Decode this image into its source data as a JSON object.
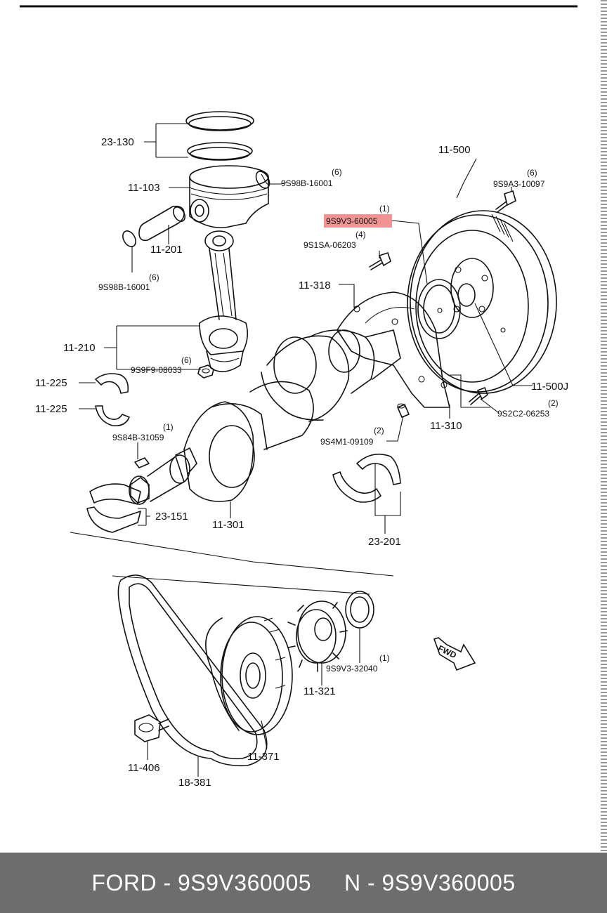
{
  "labels": {
    "l_23_130": "23-130",
    "l_11_103": "11-103",
    "l_9s98b_1_qty": "(6)",
    "l_9s98b_1": "9S98B-16001",
    "l_11_201": "11-201",
    "l_9s98b_2_qty": "(6)",
    "l_9s98b_2": "9S98B-16001",
    "l_11_210": "11-210",
    "l_9s9f9_qty": "(6)",
    "l_9s9f9": "9S9F9-08033",
    "l_11_225_a": "11-225",
    "l_11_225_b": "11-225",
    "l_9s84b_qty": "(1)",
    "l_9s84b": "9S84B-31059",
    "l_23_151": "23-151",
    "l_11_301": "11-301",
    "l_11_318": "11-318",
    "l_9s9v3_60005_qty": "(1)",
    "l_9s9v3_60005": "9S9V3-60005",
    "l_9s1sa_qty": "(4)",
    "l_9s1sa": "9S1SA-06203",
    "l_11_500": "11-500",
    "l_9s9a3_qty": "(6)",
    "l_9s9a3": "9S9A3-10097",
    "l_11_500j": "11-500J",
    "l_9s2c2_qty": "(2)",
    "l_9s2c2": "9S2C2-06253",
    "l_11_310": "11-310",
    "l_9s4m1_qty": "(2)",
    "l_9s4m1": "9S4M1-09109",
    "l_23_201": "23-201",
    "l_9s9v3_32040_qty": "(1)",
    "l_9s9v3_32040": "9S9V3-32040",
    "l_11_321": "11-321",
    "l_11_371": "11-371",
    "l_11_406": "11-406",
    "l_18_381": "18-381",
    "fwd": "FWD"
  },
  "highlight_color": "#f08080",
  "footer": {
    "text": "FORD - 9S9V360005     N - 9S9V360005"
  }
}
